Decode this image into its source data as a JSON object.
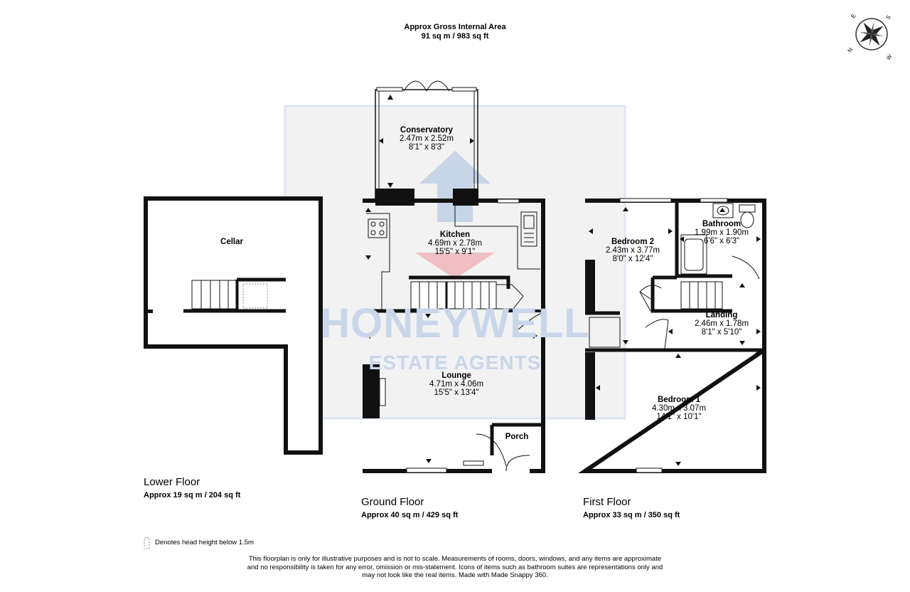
{
  "header": {
    "title": "Approx Gross Internal Area",
    "area": "91 sq m / 983 sq ft"
  },
  "compass": {
    "icon": "compass-rose-icon",
    "letters": [
      "N",
      "E",
      "S",
      "W"
    ]
  },
  "watermark": {
    "brand": "HONEYWELL",
    "sub": "ESTATE AGENTS",
    "color": "#9bb3d6"
  },
  "rooms": {
    "cellar": {
      "name": "Cellar"
    },
    "conservatory": {
      "name": "Conservatory",
      "metric": "2.47m x 2.52m",
      "imperial": "8'1\" x 8'3\""
    },
    "kitchen": {
      "name": "Kitchen",
      "metric": "4.69m x 2.78m",
      "imperial": "15'5\" x 9'1\""
    },
    "lounge": {
      "name": "Lounge",
      "metric": "4.71m x 4.06m",
      "imperial": "15'5\" x 13'4\""
    },
    "porch": {
      "name": "Porch"
    },
    "bedroom2": {
      "name": "Bedroom 2",
      "metric": "2.43m x 3.77m",
      "imperial": "8'0\" x 12'4\""
    },
    "bathroom": {
      "name": "Bathroom",
      "metric": "1.99m x 1.90m",
      "imperial": "6'6\" x 6'3\""
    },
    "landing": {
      "name": "Landing",
      "metric": "2.46m x 1.78m",
      "imperial": "8'1\" x 5'10\""
    },
    "bedroom1": {
      "name": "Bedroom 1",
      "metric": "4.30m x 3.07m",
      "imperial": "14'1\" x 10'1\""
    }
  },
  "floors": {
    "lower": {
      "name": "Lower Floor",
      "area": "Approx 19 sq m / 204 sq ft"
    },
    "ground": {
      "name": "Ground Floor",
      "area": "Approx 40 sq m / 429 sq ft"
    },
    "first": {
      "name": "First Floor",
      "area": "Approx 33 sq m / 350 sq ft"
    }
  },
  "legend": {
    "text": "Denotes head height below 1.5m"
  },
  "disclaimer": {
    "line1": "This floorplan is only for illustrative purposes and is not to scale. Measurements of rooms, doors, windows, and any items are approximate",
    "line2": "and no responsibility is taken for any error, omission or mis-statement. Icons of items such as bathroom suites are representations only and",
    "line3": "may not look like the real items. Made with Made Snappy 360."
  }
}
